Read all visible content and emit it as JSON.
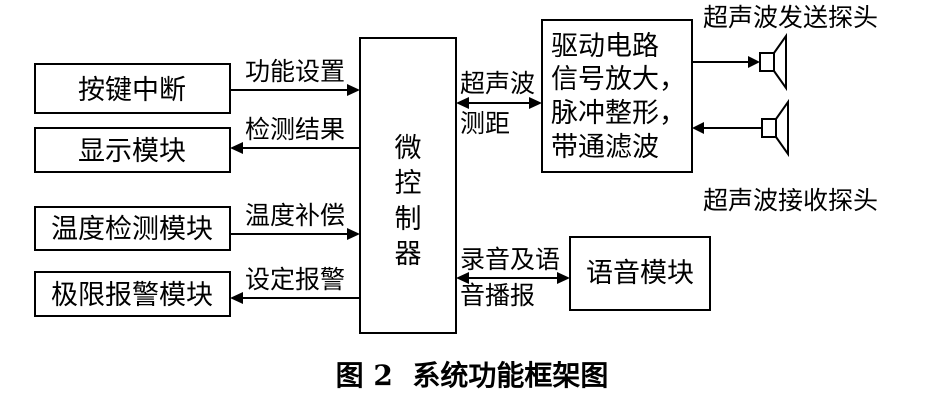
{
  "diagram": {
    "caption": "图 2  系统功能框架图",
    "mcu": {
      "chars": [
        "微",
        "控",
        "制",
        "器"
      ]
    },
    "left_modules": {
      "key_interrupt": "按键中断",
      "display": "显示模块",
      "temp_detect": "温度检测模块",
      "limit_alarm": "极限报警模块"
    },
    "left_labels": {
      "function_setting": "功能设置",
      "detect_result": "检测结果",
      "temp_compensation": "温度补偿",
      "set_alarm": "设定报警"
    },
    "drive_circuit": {
      "lines": [
        "驱动电路",
        "信号放大，",
        "脉冲整形，",
        "带通滤波"
      ]
    },
    "ultrasonic_link": {
      "lines": [
        "超声波",
        "测距"
      ]
    },
    "voice_link": {
      "lines": [
        "录音及语",
        "音播报"
      ]
    },
    "voice_module": "语音模块",
    "transducers": {
      "transmit": "超声波发送探头",
      "receive": "超声波接收探头"
    }
  }
}
